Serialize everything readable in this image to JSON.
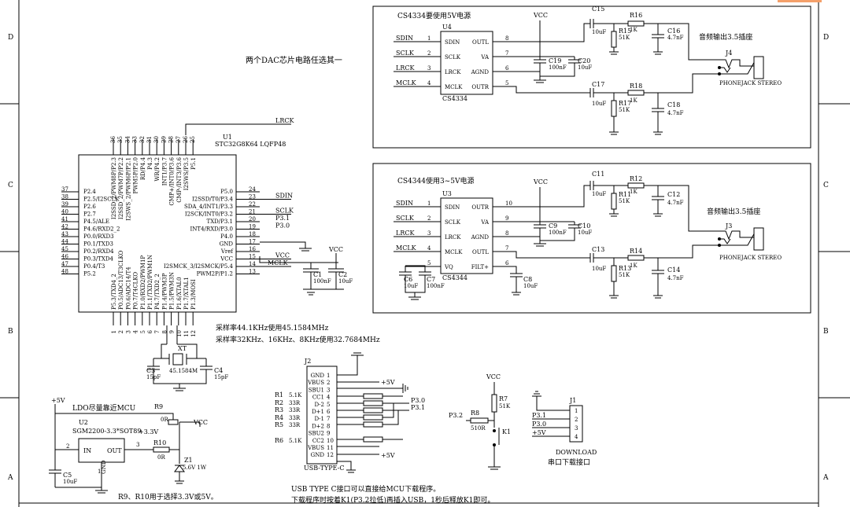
{
  "frame": {
    "rows_left": [
      "D",
      "C",
      "B",
      "A"
    ],
    "rows_right": [
      "D",
      "C",
      "B",
      "A"
    ]
  },
  "notes": {
    "dac_choice": "两个DAC芯片电路任选其一",
    "sample_rate_1": "采样率44.1KHz使用45.1584MHz",
    "sample_rate_2": "采样率32KHz、16KHz、8KHz使用32.7684MHz",
    "usb_note_1": "USB TYPE C接口可以直接给MCU下载程序。",
    "usb_note_2": "下载程序时按着K1(P3.2拉低)再插入USB，1秒后释放K1即可。",
    "ldo_note": "LDO尽量靠近MCU",
    "r9_r10_note": "R9、R10用于选择3.3V或5V。"
  },
  "mcu": {
    "ref": "U1",
    "part": "STC32G8K64 LQFP48",
    "top_pins": [
      "36",
      "35",
      "34",
      "33",
      "32",
      "31",
      "30",
      "29",
      "28",
      "27",
      "26",
      "25"
    ],
    "top_names": [
      "I2SSD_2/PWM8P/P2.3",
      "I2SSD_2/PWM7P/P2.2",
      "I2SWS_2/PWM6P/P2.1",
      "PWM5P/P2.0",
      "RD/P4.4",
      "P4.3",
      "WR/P4.2",
      "INT1/P3.7",
      "CMP+/INT0/P3.6",
      "CMP-/INT3/P3.6",
      "I2SWS/P3.5",
      "P5.1"
    ],
    "left_pins": [
      "37",
      "38",
      "39",
      "40",
      "41",
      "42",
      "43",
      "44",
      "45",
      "46",
      "47",
      "48"
    ],
    "left_names": [
      "P2.4",
      "P2.5/I2SCLK",
      "P2.6",
      "P2.7",
      "P4.5/ALE",
      "P4.6/RXD2_2",
      "P0.0/RXD3",
      "P0.1/TXD3",
      "P0.2/RXD4",
      "P0.3/TXD4",
      "P0.4/T3",
      "P5.2"
    ],
    "right_pins": [
      "24",
      "23",
      "22",
      "21",
      "20",
      "19",
      "18",
      "17",
      "16",
      "15",
      "14",
      "13"
    ],
    "right_names": [
      "P5.0",
      "I2SSD/T0/P3.4",
      "SDA_4/INT1/P3.3",
      "I2SCK/INT0/P3.2",
      "TXD/P3.1",
      "INT4/RXD/P3.0",
      "P4.0",
      "GND",
      "Vref",
      "VCC",
      "I2SMCK_3/I2SMCK/P5.4",
      "PWM2P/P1.2"
    ],
    "bottom_pins": [
      "1",
      "2",
      "3",
      "4",
      "5",
      "6",
      "7",
      "8",
      "9",
      "10",
      "11",
      "12"
    ],
    "bottom_names": [
      "P5.3/TXD4_2",
      "P0.5/ADC13/T3CLKO",
      "P0.6/ADC14/T4",
      "P0.7/T4CLKO",
      "P1.0/RXD2/PWM1P",
      "P1.1/TXD2/PWM1N",
      "P4.7/TXD2_2",
      "P1.4/PWM3P",
      "P1.5/PWM3N",
      "P1.6/XTAL0",
      "P1.7/XTAL1",
      "P1.3/MOSI"
    ],
    "right_nets": [
      "",
      "SDIN",
      "",
      "SCLK",
      "P3.1",
      "P3.0",
      "",
      "",
      "",
      "VCC",
      "MCLK",
      ""
    ],
    "lrck_net": "LRCK",
    "c1": {
      "ref": "C1",
      "value": "100nF"
    },
    "c2": {
      "ref": "C2",
      "value": "10uF"
    },
    "vcc": "VCC",
    "p32": "P3.2"
  },
  "crystal": {
    "ref": "XT",
    "value": "45.1584M",
    "c3": {
      "ref": "C3",
      "value": "15pF"
    },
    "c4": {
      "ref": "C4",
      "value": "15pF"
    }
  },
  "cs4334": {
    "title": "CS4334要使用5V电源",
    "ref": "U4",
    "part": "CS4334",
    "left_pins": [
      {
        "net": "SDIN",
        "num": "1",
        "name": "SDIN"
      },
      {
        "net": "SCLK",
        "num": "2",
        "name": "SCLK"
      },
      {
        "net": "LRCK",
        "num": "3",
        "name": "LRCK"
      },
      {
        "net": "MCLK",
        "num": "4",
        "name": "MCLK"
      }
    ],
    "right_pins": [
      {
        "num": "8",
        "name": "OUTL"
      },
      {
        "num": "7",
        "name": "VA"
      },
      {
        "num": "6",
        "name": "AGND"
      },
      {
        "num": "5",
        "name": "OUTR"
      }
    ],
    "vcc": "VCC",
    "c15": {
      "ref": "C15",
      "value": "10uF"
    },
    "r16": {
      "ref": "R16",
      "value": "1K"
    },
    "r15": {
      "ref": "R15",
      "value": "51K"
    },
    "c16": {
      "ref": "C16",
      "value": "4.7nF"
    },
    "c19": {
      "ref": "C19",
      "value": "100nF"
    },
    "c20": {
      "ref": "C20",
      "value": "10uF"
    },
    "c17": {
      "ref": "C17",
      "value": "10uF"
    },
    "r18": {
      "ref": "R18",
      "value": "1K"
    },
    "r17": {
      "ref": "R17",
      "value": "51K"
    },
    "c18": {
      "ref": "C18",
      "value": "4.7nF"
    },
    "jack_title": "音频输出3.5插座",
    "jack_ref": "J4",
    "jack_part": "PHONEJACK STEREO"
  },
  "cs4344": {
    "title": "CS4344使用3~5V电源",
    "ref": "U3",
    "part": "CS4344",
    "left_pins": [
      {
        "net": "SDIN",
        "num": "1",
        "name": "SDIN"
      },
      {
        "net": "SCLK",
        "num": "2",
        "name": "SCLK"
      },
      {
        "net": "LRCK",
        "num": "3",
        "name": "LRCK"
      },
      {
        "net": "MCLK",
        "num": "4",
        "name": "MCLK"
      },
      {
        "net": "",
        "num": "5",
        "name": "VQ"
      }
    ],
    "right_pins": [
      {
        "num": "10",
        "name": "OUTR"
      },
      {
        "num": "9",
        "name": "VA"
      },
      {
        "num": "8",
        "name": "AGND"
      },
      {
        "num": "7",
        "name": "OUTL"
      },
      {
        "num": "6",
        "name": "FILT+"
      }
    ],
    "vcc": "VCC",
    "c11": {
      "ref": "C11",
      "value": "10uF"
    },
    "r12": {
      "ref": "R12",
      "value": "1K"
    },
    "r11": {
      "ref": "R11",
      "value": "51K"
    },
    "c12": {
      "ref": "C12",
      "value": "4.7nF"
    },
    "c9": {
      "ref": "C9",
      "value": "100nF"
    },
    "c10": {
      "ref": "C10",
      "value": "10uF"
    },
    "c13": {
      "ref": "C13",
      "value": "10uF"
    },
    "r14": {
      "ref": "R14",
      "value": "1K"
    },
    "r13": {
      "ref": "R13",
      "value": "51K"
    },
    "c14": {
      "ref": "C14",
      "value": "4.7nF"
    },
    "c6": {
      "ref": "C6",
      "value": "10uF"
    },
    "c7": {
      "ref": "C7",
      "value": "100nF"
    },
    "c8": {
      "ref": "C8",
      "value": "10uF"
    },
    "jack_title": "音频输出3.5插座",
    "jack_ref": "J3",
    "jack_part": "PHONEJACK STEREO"
  },
  "ldo": {
    "ref": "U2",
    "part": "SGM2200-3.3*SOT89",
    "pin_in": "IN",
    "pin_out": "OUT",
    "pin_gnd": "GND",
    "pin_nums": [
      "2",
      "3",
      "1"
    ],
    "vin": "+5V",
    "vout": "+3.3V",
    "vcc": "VCC",
    "r9": {
      "ref": "R9",
      "value": "0R"
    },
    "r10": {
      "ref": "R10",
      "value": "0R"
    },
    "c5": {
      "ref": "C5",
      "value": "10uF"
    },
    "z1": {
      "ref": "Z1",
      "value": "5.6V 1W"
    }
  },
  "usb": {
    "ref": "J2",
    "part": "USB-TYPE-C",
    "pins": [
      {
        "num": "1",
        "name": "GND"
      },
      {
        "num": "2",
        "name": "VBUS"
      },
      {
        "num": "3",
        "name": "SBU1"
      },
      {
        "num": "4",
        "name": "CC1"
      },
      {
        "num": "5",
        "name": "D-2"
      },
      {
        "num": "6",
        "name": "D+1"
      },
      {
        "num": "7",
        "name": "D-1"
      },
      {
        "num": "8",
        "name": "D+2"
      },
      {
        "num": "9",
        "name": "SBU2"
      },
      {
        "num": "10",
        "name": "CC2"
      },
      {
        "num": "11",
        "name": "VBUS"
      },
      {
        "num": "12",
        "name": "GND"
      }
    ],
    "resistors": [
      {
        "ref": "R1",
        "value": "5.1K"
      },
      {
        "ref": "R2",
        "value": "33R"
      },
      {
        "ref": "R3",
        "value": "33R"
      },
      {
        "ref": "R4",
        "value": "33R"
      },
      {
        "ref": "R5",
        "value": "33R"
      },
      {
        "ref": "R6",
        "value": "5.1K"
      }
    ],
    "vbus_net": "+5V",
    "p30": "P3.0",
    "p31": "P3.1"
  },
  "button": {
    "vcc": "VCC",
    "r7": {
      "ref": "R7",
      "value": "51K"
    },
    "r8": {
      "ref": "R8",
      "value": "510R"
    },
    "k1": "K1",
    "net": "P3.2"
  },
  "download": {
    "ref": "J1",
    "pins": [
      "1",
      "2",
      "3",
      "4"
    ],
    "nets": [
      "",
      "P3.1",
      "P3.0",
      "+5V"
    ],
    "title": "DOWNLOAD",
    "subtitle": "串口下载接口"
  }
}
